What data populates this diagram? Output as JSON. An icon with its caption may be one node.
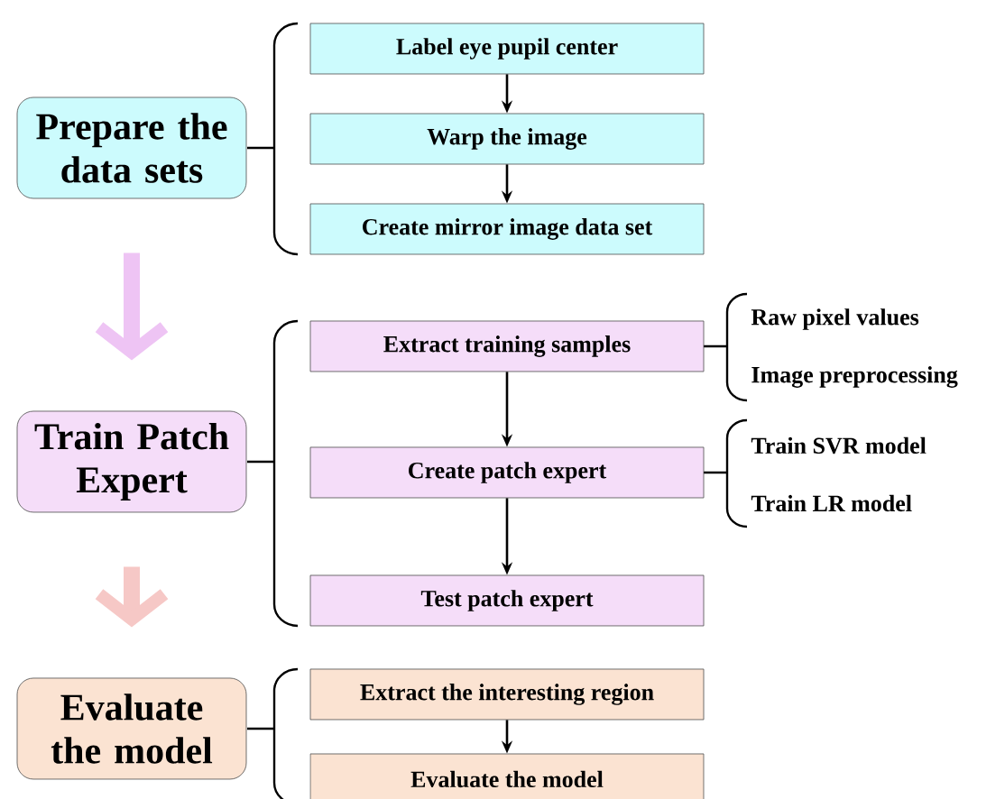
{
  "diagram": {
    "nodes": [
      {
        "text": [
          "Prepare the data sets"
        ]
      },
      {
        "text": [
          "Label eye pupil center"
        ]
      },
      {
        "text": [
          "Warp the image"
        ]
      },
      {
        "text": [
          "Create mirror image data set"
        ]
      },
      {
        "text": [
          "Train Patch Expert"
        ]
      },
      {
        "text": [
          "Extract training samples"
        ],
        "beside": [
          "Raw pixel values",
          "Image preprocessing"
        ]
      },
      {
        "text": [
          "Create patch expert"
        ],
        "beside": [
          "Train SVR model",
          "Train LR model"
        ]
      },
      {
        "text": [
          "Test patch expert"
        ]
      },
      {
        "text": [
          "Evaluate the model"
        ]
      },
      {
        "text": [
          "Extract the interesting region"
        ]
      },
      {
        "text": [
          "Evaluate the model"
        ]
      }
    ],
    "edges": [
      {
        "from": 1,
        "to": 2,
        "arrow": "to"
      },
      {
        "from": 2,
        "to": 3,
        "arrow": "to"
      },
      {
        "from": 0,
        "to": 4,
        "arrow": "to",
        "style": "thick",
        "color": "#eec4f4"
      },
      {
        "from": 5,
        "to": 6,
        "arrow": "to"
      },
      {
        "from": 6,
        "to": 7,
        "arrow": "to"
      },
      {
        "from": 4,
        "to": 8,
        "arrow": "to",
        "style": "thick",
        "color": "#f6c8c6"
      },
      {
        "from": 9,
        "to": 10,
        "arrow": "to"
      }
    ]
  }
}
